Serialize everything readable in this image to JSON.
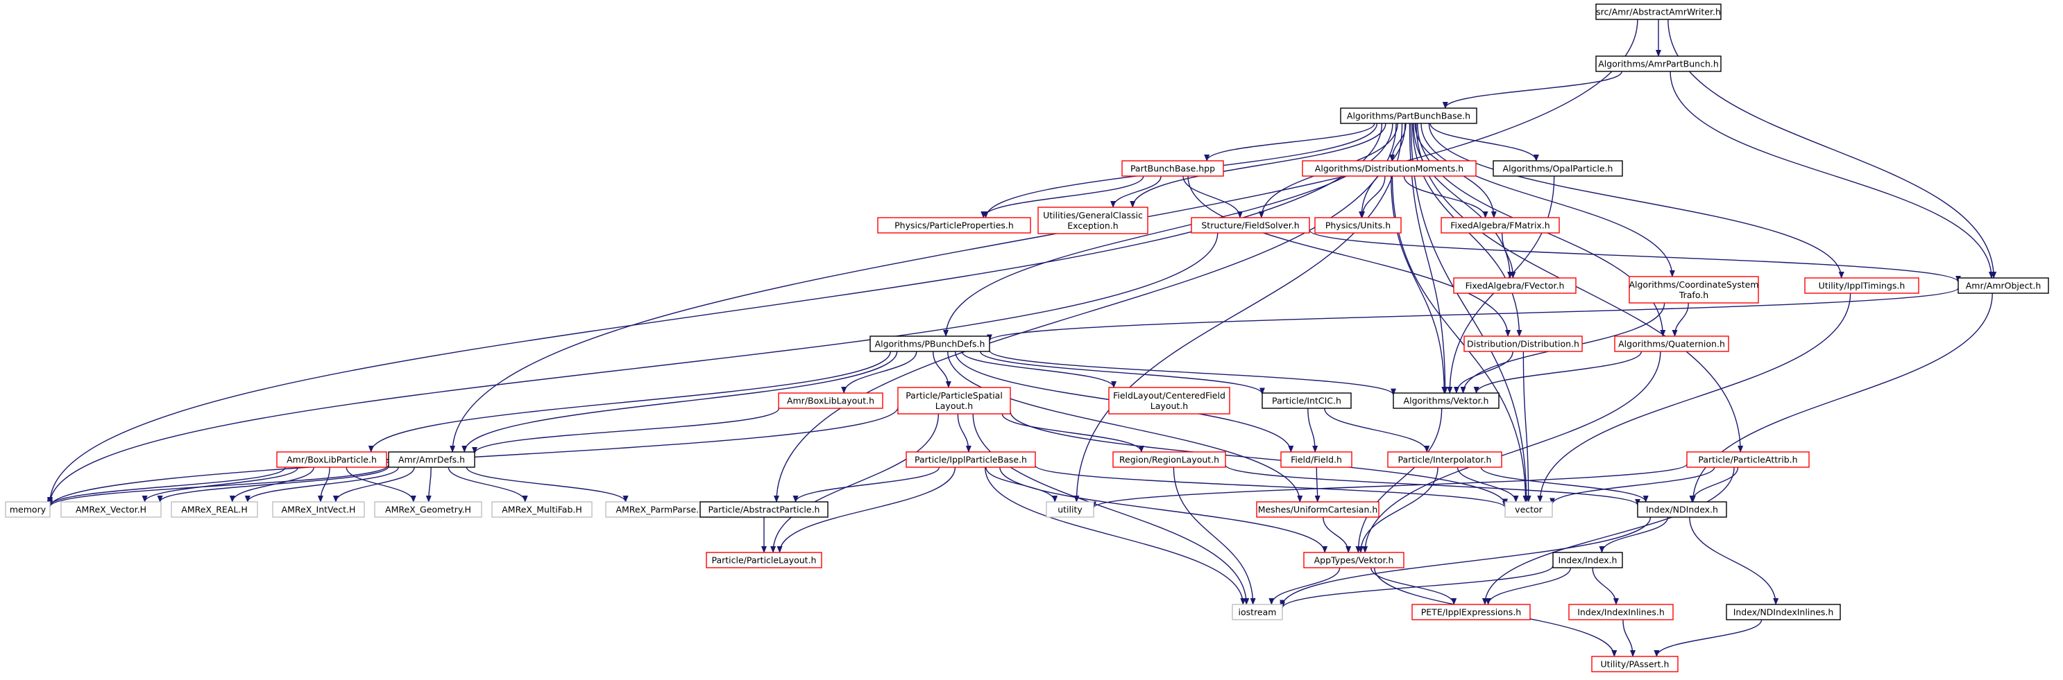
{
  "colors": {
    "edge": "#191970",
    "border_default": "#000000",
    "border_red": "#ff0000",
    "border_gray": "#bfbfbf",
    "root_fill": "#bfbfbf",
    "text": "#000000"
  },
  "nodes": [
    {
      "id": "root",
      "label": [
        "src/Amr/AbstractAmrWriter.h"
      ],
      "style": "root"
    },
    {
      "id": "amrpartbunch",
      "label": [
        "Algorithms/AmrPartBunch.h"
      ],
      "style": "black"
    },
    {
      "id": "partbunchbase",
      "label": [
        "Algorithms/PartBunchBase.h"
      ],
      "style": "black"
    },
    {
      "id": "partbunchbase_hpp",
      "label": [
        "PartBunchBase.hpp"
      ],
      "style": "red"
    },
    {
      "id": "distmoments",
      "label": [
        "Algorithms/DistributionMoments.h"
      ],
      "style": "red"
    },
    {
      "id": "opalparticle",
      "label": [
        "Algorithms/OpalParticle.h"
      ],
      "style": "black"
    },
    {
      "id": "particleprops",
      "label": [
        "Physics/ParticleProperties.h"
      ],
      "style": "red"
    },
    {
      "id": "generalexc",
      "label": [
        "Utilities/GeneralClassic",
        "Exception.h"
      ],
      "style": "red"
    },
    {
      "id": "fieldsolver",
      "label": [
        "Structure/FieldSolver.h"
      ],
      "style": "red"
    },
    {
      "id": "units",
      "label": [
        "Physics/Units.h"
      ],
      "style": "red"
    },
    {
      "id": "fmatrix",
      "label": [
        "FixedAlgebra/FMatrix.h"
      ],
      "style": "red"
    },
    {
      "id": "fvector",
      "label": [
        "FixedAlgebra/FVector.h"
      ],
      "style": "red"
    },
    {
      "id": "coordtrafo",
      "label": [
        "Algorithms/CoordinateSystem",
        "Trafo.h"
      ],
      "style": "red"
    },
    {
      "id": "ippltimings",
      "label": [
        "Utility/IpplTimings.h"
      ],
      "style": "red"
    },
    {
      "id": "amrobject",
      "label": [
        "Amr/AmrObject.h"
      ],
      "style": "black"
    },
    {
      "id": "pbunchdefs",
      "label": [
        "Algorithms/PBunchDefs.h"
      ],
      "style": "black"
    },
    {
      "id": "distribution",
      "label": [
        "Distribution/Distribution.h"
      ],
      "style": "red"
    },
    {
      "id": "quaternion",
      "label": [
        "Algorithms/Quaternion.h"
      ],
      "style": "red"
    },
    {
      "id": "algvektor",
      "label": [
        "Algorithms/Vektor.h"
      ],
      "style": "black"
    },
    {
      "id": "boxliblayout",
      "label": [
        "Amr/BoxLibLayout.h"
      ],
      "style": "red"
    },
    {
      "id": "particlespatial",
      "label": [
        "Particle/ParticleSpatial",
        "Layout.h"
      ],
      "style": "red"
    },
    {
      "id": "centeredfield",
      "label": [
        "FieldLayout/CenteredField",
        "Layout.h"
      ],
      "style": "red"
    },
    {
      "id": "intcic",
      "label": [
        "Particle/IntCIC.h"
      ],
      "style": "black"
    },
    {
      "id": "boxlibparticle",
      "label": [
        "Amr/BoxLibParticle.h"
      ],
      "style": "red"
    },
    {
      "id": "amrdefs",
      "label": [
        "Amr/AmrDefs.h"
      ],
      "style": "black"
    },
    {
      "id": "ipplparticlebase",
      "label": [
        "Particle/IpplParticleBase.h"
      ],
      "style": "red"
    },
    {
      "id": "regionlayout",
      "label": [
        "Region/RegionLayout.h"
      ],
      "style": "red"
    },
    {
      "id": "fieldfield",
      "label": [
        "Field/Field.h"
      ],
      "style": "red"
    },
    {
      "id": "interpolator",
      "label": [
        "Particle/Interpolator.h"
      ],
      "style": "red"
    },
    {
      "id": "particleattrib",
      "label": [
        "Particle/ParticleAttrib.h"
      ],
      "style": "red"
    },
    {
      "id": "memory",
      "label": [
        "memory"
      ],
      "style": "gray"
    },
    {
      "id": "amrex_vector",
      "label": [
        "AMReX_Vector.H"
      ],
      "style": "gray"
    },
    {
      "id": "amrex_real",
      "label": [
        "AMReX_REAL.H"
      ],
      "style": "gray"
    },
    {
      "id": "amrex_intvect",
      "label": [
        "AMReX_IntVect.H"
      ],
      "style": "gray"
    },
    {
      "id": "amrex_geometry",
      "label": [
        "AMReX_Geometry.H"
      ],
      "style": "gray"
    },
    {
      "id": "amrex_multifab",
      "label": [
        "AMReX_MultiFab.H"
      ],
      "style": "gray"
    },
    {
      "id": "amrex_parmparse",
      "label": [
        "AMReX_ParmParse.H"
      ],
      "style": "gray"
    },
    {
      "id": "abstractparticle",
      "label": [
        "Particle/AbstractParticle.h"
      ],
      "style": "black"
    },
    {
      "id": "particlelayout",
      "label": [
        "Particle/ParticleLayout.h"
      ],
      "style": "red"
    },
    {
      "id": "utility",
      "label": [
        "utility"
      ],
      "style": "gray"
    },
    {
      "id": "uniformcart",
      "label": [
        "Meshes/UniformCartesian.h"
      ],
      "style": "red"
    },
    {
      "id": "vector",
      "label": [
        "vector"
      ],
      "style": "gray"
    },
    {
      "id": "ndindex",
      "label": [
        "Index/NDIndex.h"
      ],
      "style": "black"
    },
    {
      "id": "appvektor",
      "label": [
        "AppTypes/Vektor.h"
      ],
      "style": "red"
    },
    {
      "id": "indexh",
      "label": [
        "Index/Index.h"
      ],
      "style": "black"
    },
    {
      "id": "iostream",
      "label": [
        "iostream"
      ],
      "style": "gray"
    },
    {
      "id": "ipplexpr",
      "label": [
        "PETE/IpplExpressions.h"
      ],
      "style": "red"
    },
    {
      "id": "indexinlines",
      "label": [
        "Index/IndexInlines.h"
      ],
      "style": "red"
    },
    {
      "id": "ndindexinlines",
      "label": [
        "Index/NDIndexInlines.h"
      ],
      "style": "black"
    },
    {
      "id": "passert",
      "label": [
        "Utility/PAssert.h"
      ],
      "style": "red"
    }
  ],
  "edges": [
    [
      "root",
      "amrpartbunch"
    ],
    [
      "root",
      "amrdefs"
    ],
    [
      "root",
      "amrobject"
    ],
    [
      "amrpartbunch",
      "partbunchbase"
    ],
    [
      "amrpartbunch",
      "amrobject"
    ],
    [
      "partbunchbase",
      "partbunchbase_hpp"
    ],
    [
      "partbunchbase",
      "distmoments"
    ],
    [
      "partbunchbase",
      "opalparticle"
    ],
    [
      "partbunchbase",
      "particleprops"
    ],
    [
      "partbunchbase",
      "generalexc"
    ],
    [
      "partbunchbase",
      "fieldsolver"
    ],
    [
      "partbunchbase",
      "units"
    ],
    [
      "partbunchbase",
      "fmatrix"
    ],
    [
      "partbunchbase",
      "fvector"
    ],
    [
      "partbunchbase",
      "coordtrafo"
    ],
    [
      "partbunchbase",
      "ippltimings"
    ],
    [
      "partbunchbase",
      "pbunchdefs"
    ],
    [
      "partbunchbase",
      "distribution"
    ],
    [
      "partbunchbase",
      "quaternion"
    ],
    [
      "partbunchbase",
      "algvektor"
    ],
    [
      "partbunchbase",
      "particleattrib"
    ],
    [
      "partbunchbase",
      "memory"
    ],
    [
      "partbunchbase",
      "abstractparticle"
    ],
    [
      "partbunchbase",
      "utility"
    ],
    [
      "partbunchbase",
      "vector"
    ],
    [
      "partbunchbase_hpp",
      "particleprops"
    ],
    [
      "partbunchbase_hpp",
      "generalexc"
    ],
    [
      "partbunchbase_hpp",
      "fieldsolver"
    ],
    [
      "partbunchbase_hpp",
      "distribution"
    ],
    [
      "distmoments",
      "units"
    ],
    [
      "distmoments",
      "fmatrix"
    ],
    [
      "distmoments",
      "algvektor"
    ],
    [
      "distmoments",
      "vector"
    ],
    [
      "opalparticle",
      "algvektor"
    ],
    [
      "fieldsolver",
      "amrobject"
    ],
    [
      "fieldsolver",
      "memory"
    ],
    [
      "fmatrix",
      "fvector"
    ],
    [
      "coordtrafo",
      "quaternion"
    ],
    [
      "coordtrafo",
      "algvektor"
    ],
    [
      "ippltimings",
      "vector"
    ],
    [
      "amrobject",
      "pbunchdefs"
    ],
    [
      "amrobject",
      "ndindex"
    ],
    [
      "pbunchdefs",
      "algvektor"
    ],
    [
      "pbunchdefs",
      "boxliblayout"
    ],
    [
      "pbunchdefs",
      "particlespatial"
    ],
    [
      "pbunchdefs",
      "centeredfield"
    ],
    [
      "pbunchdefs",
      "intcic"
    ],
    [
      "pbunchdefs",
      "boxlibparticle"
    ],
    [
      "pbunchdefs",
      "amrdefs"
    ],
    [
      "pbunchdefs",
      "fieldfield"
    ],
    [
      "pbunchdefs",
      "uniformcart"
    ],
    [
      "distribution",
      "algvektor"
    ],
    [
      "distribution",
      "vector"
    ],
    [
      "quaternion",
      "algvektor"
    ],
    [
      "quaternion",
      "appvektor"
    ],
    [
      "algvektor",
      "appvektor"
    ],
    [
      "boxliblayout",
      "amrdefs"
    ],
    [
      "particlespatial",
      "ipplparticlebase"
    ],
    [
      "particlespatial",
      "regionlayout"
    ],
    [
      "particlespatial",
      "particlelayout"
    ],
    [
      "particlespatial",
      "iostream"
    ],
    [
      "particlespatial",
      "vector"
    ],
    [
      "particlespatial",
      "memory"
    ],
    [
      "intcic",
      "fieldfield"
    ],
    [
      "intcic",
      "interpolator"
    ],
    [
      "boxlibparticle",
      "amrdefs"
    ],
    [
      "boxlibparticle",
      "amrex_real"
    ],
    [
      "boxlibparticle",
      "amrex_intvect"
    ],
    [
      "boxlibparticle",
      "amrex_geometry"
    ],
    [
      "boxlibparticle",
      "memory"
    ],
    [
      "boxlibparticle",
      "amrex_vector"
    ],
    [
      "amrdefs",
      "memory"
    ],
    [
      "amrdefs",
      "amrex_vector"
    ],
    [
      "amrdefs",
      "amrex_real"
    ],
    [
      "amrdefs",
      "amrex_intvect"
    ],
    [
      "amrdefs",
      "amrex_geometry"
    ],
    [
      "amrdefs",
      "amrex_multifab"
    ],
    [
      "amrdefs",
      "amrex_parmparse"
    ],
    [
      "ipplparticlebase",
      "abstractparticle"
    ],
    [
      "ipplparticlebase",
      "particlelayout"
    ],
    [
      "ipplparticlebase",
      "utility"
    ],
    [
      "ipplparticlebase",
      "appvektor"
    ],
    [
      "ipplparticlebase",
      "iostream"
    ],
    [
      "ipplparticlebase",
      "vector"
    ],
    [
      "regionlayout",
      "ndindex"
    ],
    [
      "regionlayout",
      "iostream"
    ],
    [
      "fieldfield",
      "uniformcart"
    ],
    [
      "interpolator",
      "vector"
    ],
    [
      "interpolator",
      "ndindex"
    ],
    [
      "interpolator",
      "appvektor"
    ],
    [
      "particleattrib",
      "ndindex"
    ],
    [
      "particleattrib",
      "vector"
    ],
    [
      "particleattrib",
      "utility"
    ],
    [
      "particleattrib",
      "ipplexpr"
    ],
    [
      "abstractparticle",
      "particlelayout"
    ],
    [
      "uniformcart",
      "appvektor"
    ],
    [
      "ndindex",
      "indexh"
    ],
    [
      "ndindex",
      "ndindexinlines"
    ],
    [
      "ndindex",
      "iostream"
    ],
    [
      "appvektor",
      "ipplexpr"
    ],
    [
      "appvektor",
      "passert"
    ],
    [
      "appvektor",
      "iostream"
    ],
    [
      "indexh",
      "indexinlines"
    ],
    [
      "indexh",
      "ipplexpr"
    ],
    [
      "indexh",
      "iostream"
    ],
    [
      "indexinlines",
      "passert"
    ],
    [
      "ndindexinlines",
      "passert"
    ]
  ]
}
